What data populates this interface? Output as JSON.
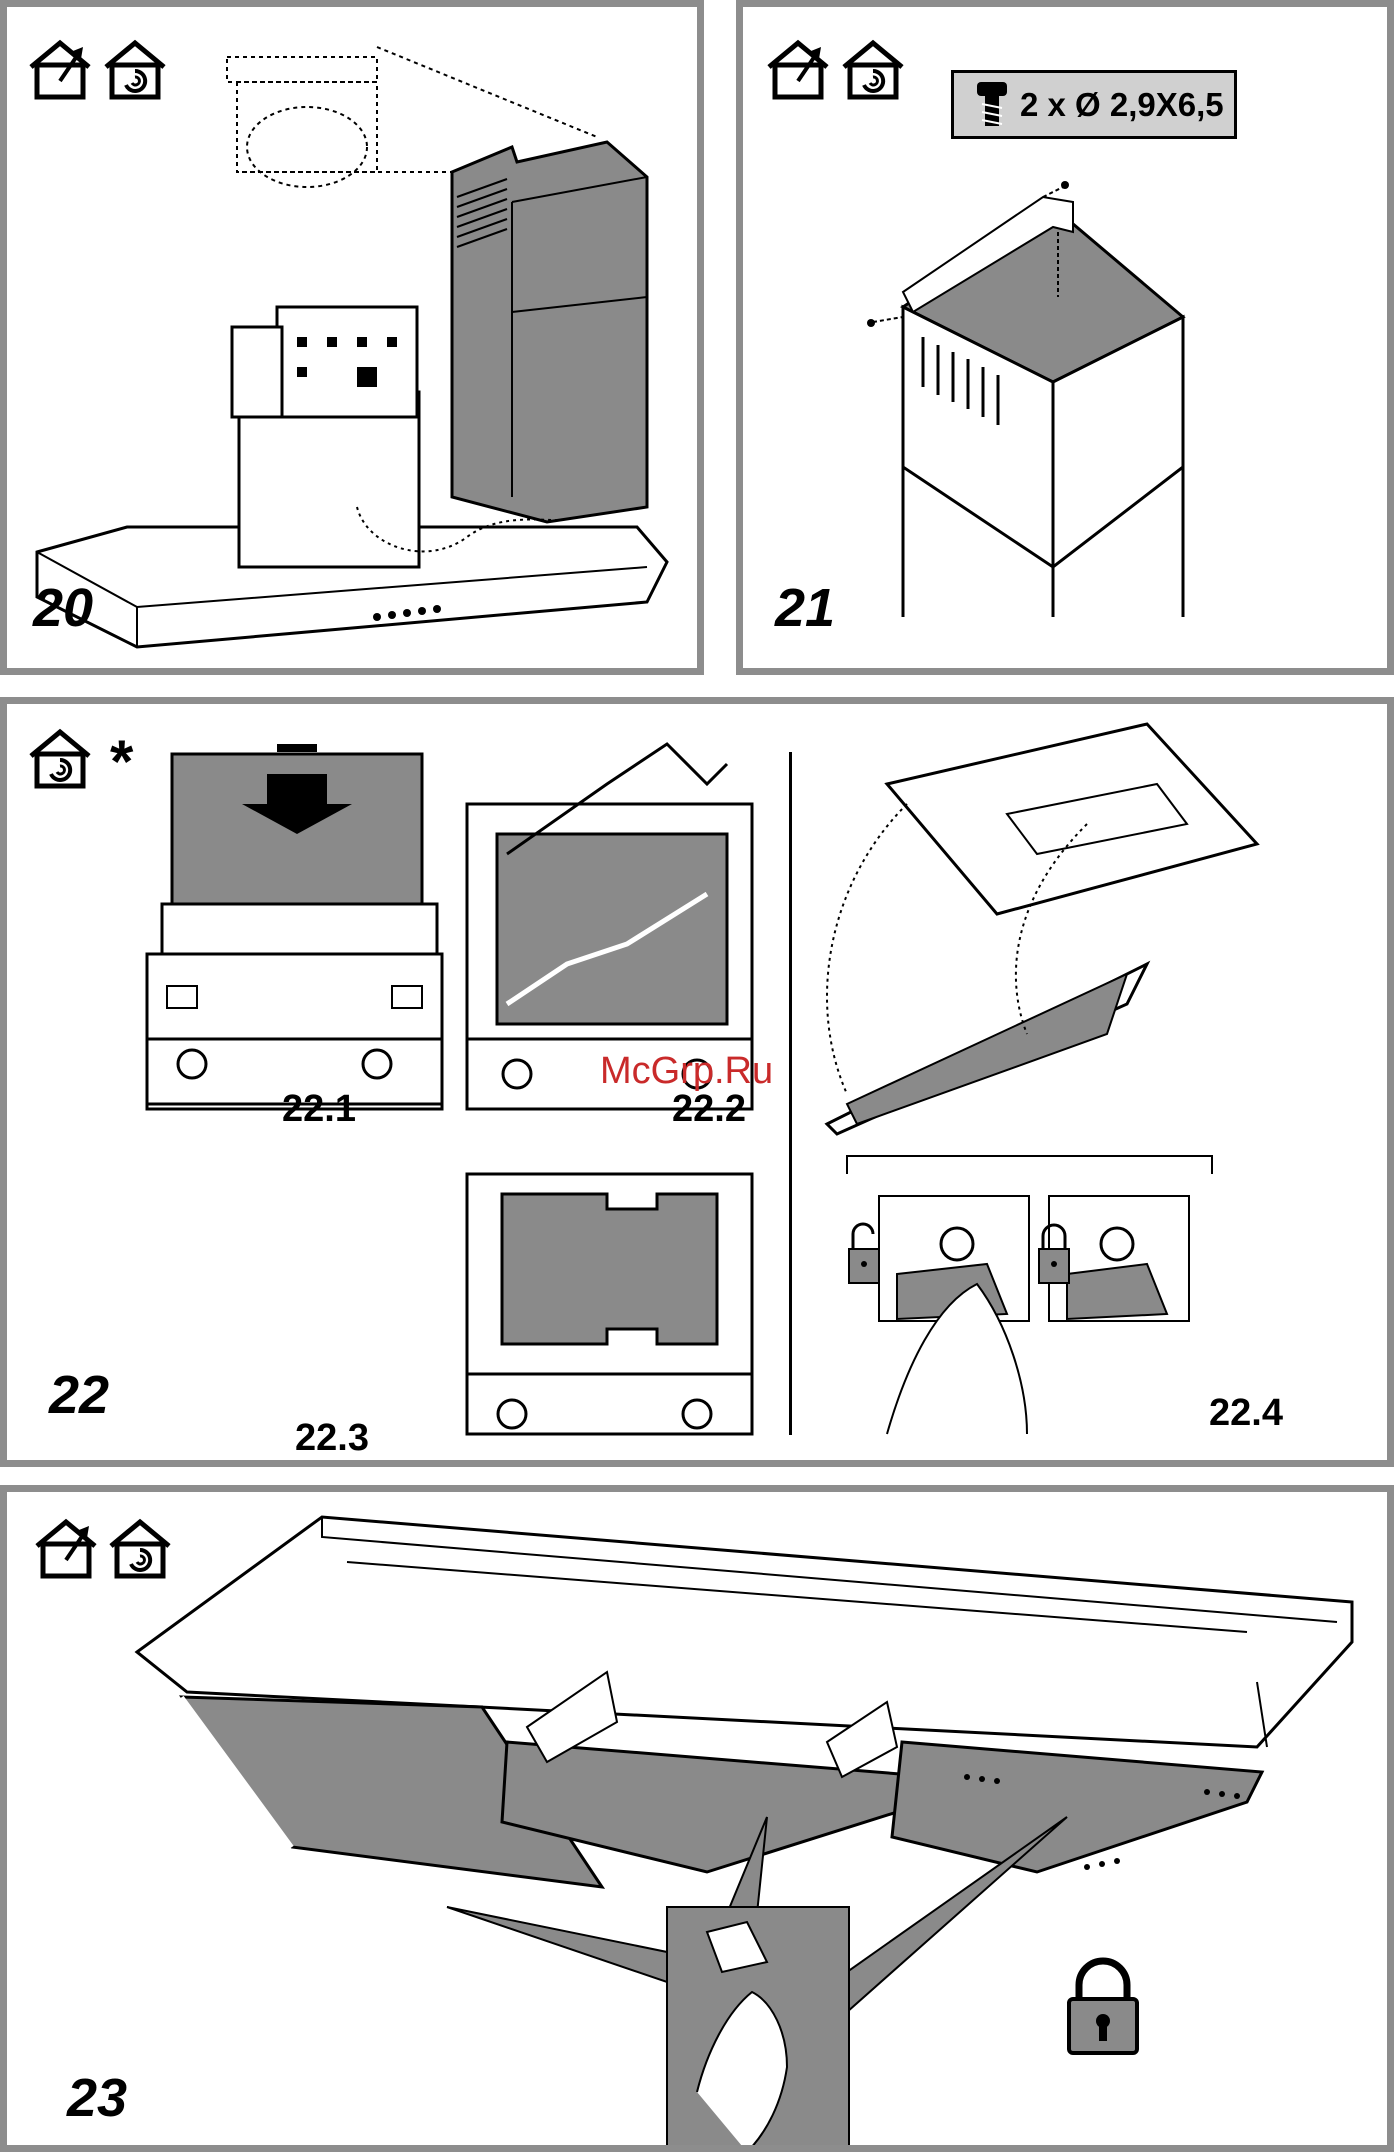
{
  "figures": [
    {
      "id": "20",
      "label": "20"
    },
    {
      "id": "21",
      "label": "21"
    },
    {
      "id": "22",
      "label": "22"
    },
    {
      "id": "23",
      "label": "23"
    }
  ],
  "step22": {
    "sub_labels": [
      "22.1",
      "22.2",
      "22.3",
      "22.4"
    ],
    "asterisk": "*"
  },
  "step21": {
    "screw_spec": "2 x  Ø 2,9X6,5"
  },
  "watermark": "McGrp.Ru",
  "icons": [
    "ducted-exhaust-icon",
    "recirculation-icon",
    "screw-icon",
    "lock-open-icon",
    "lock-closed-icon"
  ],
  "colors": {
    "panel_border": "#8d8d8d",
    "surface_gray": "#8a8a8a",
    "label_box_gray": "#d0d0d0",
    "watermark_red": "#c92a2a"
  }
}
